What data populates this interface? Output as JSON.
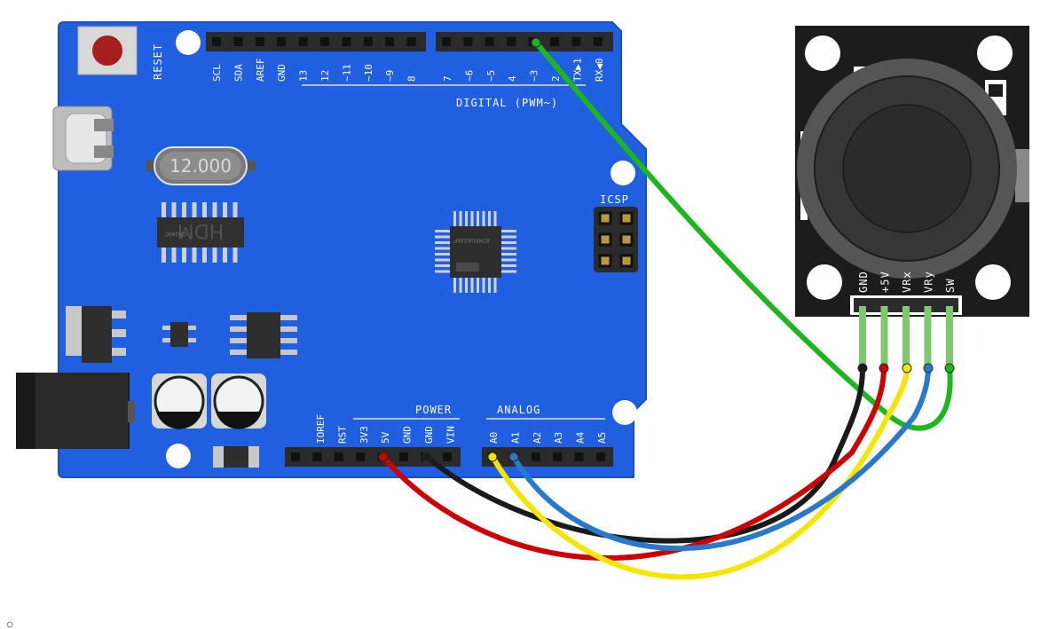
{
  "board": {
    "reset_label": "RESET",
    "crystal_label": "12.000",
    "chip_logo": "HDM",
    "chip_small_text": "CH340C",
    "mcu_small_text": "ATMEGA328P",
    "icsp_label": "ICSP",
    "digital_label": "DIGITAL (PWM~)",
    "digital_left_pins": [
      "SCL",
      "SDA",
      "AREF",
      "GND",
      "13",
      "12",
      "~11",
      "~10",
      "~9",
      "8"
    ],
    "digital_right_pins": [
      "7",
      "~6",
      "~5",
      "4",
      "~3",
      "2",
      "TX▶1",
      "RX◀0"
    ],
    "power_label": "POWER",
    "power_pins": [
      "IOREF",
      "RST",
      "3V3",
      "5V",
      "GND",
      "GND",
      "VIN"
    ],
    "analog_label": "ANALOG",
    "analog_pins": [
      "A0",
      "A1",
      "A2",
      "A3",
      "A4",
      "A5"
    ]
  },
  "joystick": {
    "pins": [
      "GND",
      "+5V",
      "VRx",
      "VRy",
      "SW"
    ]
  },
  "wires": [
    {
      "from": "D3",
      "to": "SW",
      "color": "#1fb51f"
    },
    {
      "from": "GND",
      "to": "GND",
      "color": "#1a1a1a"
    },
    {
      "from": "5V",
      "to": "+5V",
      "color": "#cc0000"
    },
    {
      "from": "A0",
      "to": "VRx",
      "color": "#f5e600"
    },
    {
      "from": "A1",
      "to": "VRy",
      "color": "#2a78cc"
    }
  ],
  "colors": {
    "board": "#1f5fe0",
    "board_edge": "#1a4fc0",
    "header": "#2b2b2b",
    "module": "#1c1c1c"
  }
}
